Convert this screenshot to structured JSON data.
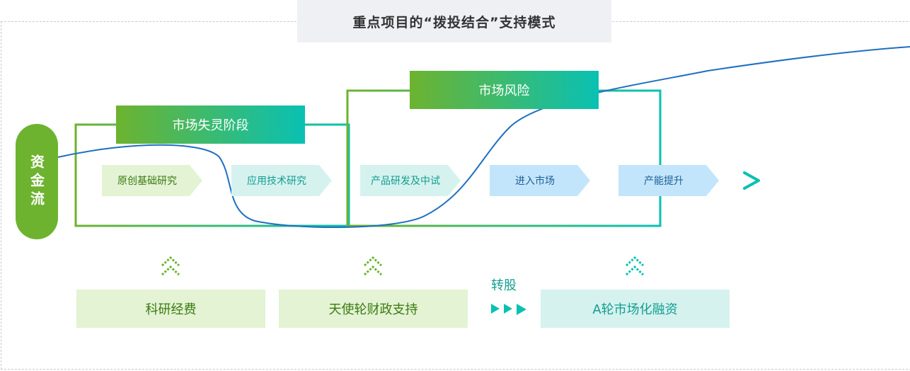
{
  "title": "重点项目的“拨投结合”支持模式",
  "capital_flow": "资金流",
  "phases": {
    "market_failure": "市场失灵阶段",
    "market_risk": "市场风险"
  },
  "stages": [
    {
      "label": "原创基础研究",
      "style": "green"
    },
    {
      "label": "应用技术研究",
      "style": "teal"
    },
    {
      "label": "产品研发及中试",
      "style": "teal"
    },
    {
      "label": "进入市场",
      "style": "blue"
    },
    {
      "label": "产能提升",
      "style": "blue"
    }
  ],
  "supports": [
    {
      "label": "科研经费",
      "style": "green"
    },
    {
      "label": "天使轮财政支持",
      "style": "green"
    },
    {
      "label": "A轮市场化融资",
      "style": "teal"
    }
  ],
  "conversion_label": "转股",
  "colors": {
    "green": "#6db32f",
    "teal": "#09c1b3",
    "curve": "#1f6fc0",
    "light_green": "#e3f3d3",
    "light_teal": "#d5f2ef",
    "light_blue": "#c3e5fb"
  }
}
